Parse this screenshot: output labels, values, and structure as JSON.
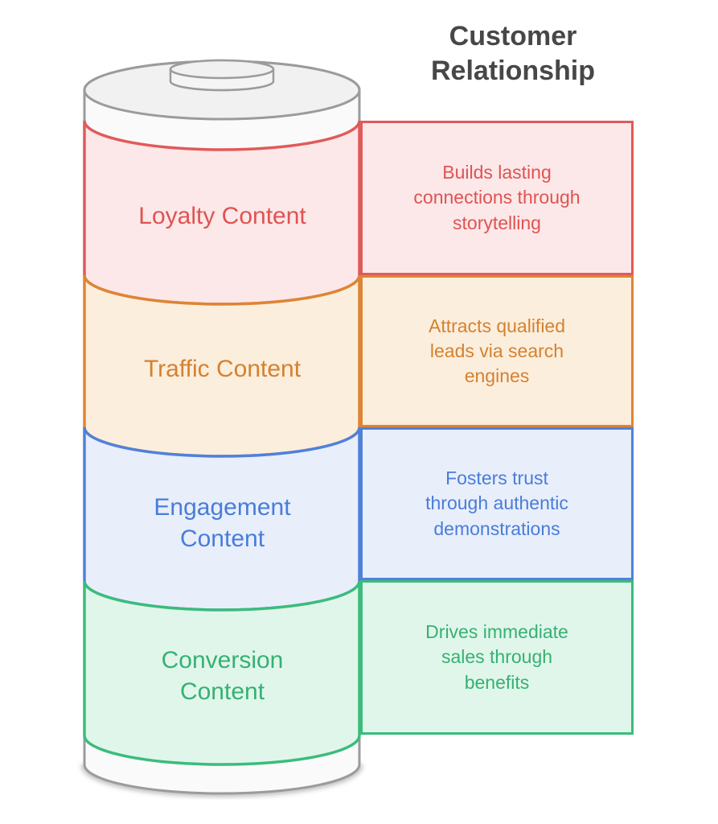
{
  "title": {
    "text": "Customer Relationship",
    "lines": [
      "Customer",
      "Relationship"
    ],
    "color": "#474747"
  },
  "battery": {
    "body_fill": "#fafafa",
    "face_fill": "#f1f1f1",
    "cap_fill": "#f5f5f5",
    "outline": "#9b9b9b"
  },
  "segments": [
    {
      "id": "loyalty",
      "label": "Loyalty Content",
      "description": "Builds lasting connections through storytelling",
      "desc_lines": [
        "Builds lasting",
        "connections through",
        "storytelling"
      ],
      "fill": "#fce8e8",
      "stroke": "#e15a5a",
      "text_color": "#df5353"
    },
    {
      "id": "traffic",
      "label": "Traffic Content",
      "description": "Attracts qualified leads via search engines",
      "desc_lines": [
        "Attracts qualified",
        "leads via search",
        "engines"
      ],
      "fill": "#fceedd",
      "stroke": "#dd8535",
      "text_color": "#d5812f"
    },
    {
      "id": "engagement",
      "label": "Engagement Content",
      "description": "Fosters trust through authentic demonstrations",
      "desc_lines": [
        "Fosters trust",
        "through authentic",
        "demonstrations"
      ],
      "fill": "#e8effb",
      "stroke": "#5081da",
      "text_color": "#4a7cd9"
    },
    {
      "id": "conversion",
      "label": "Conversion Content",
      "description": "Drives immediate sales through benefits",
      "desc_lines": [
        "Drives immediate",
        "sales through",
        "benefits"
      ],
      "fill": "#e1f6ea",
      "stroke": "#3bbc7c",
      "text_color": "#35b173"
    }
  ]
}
